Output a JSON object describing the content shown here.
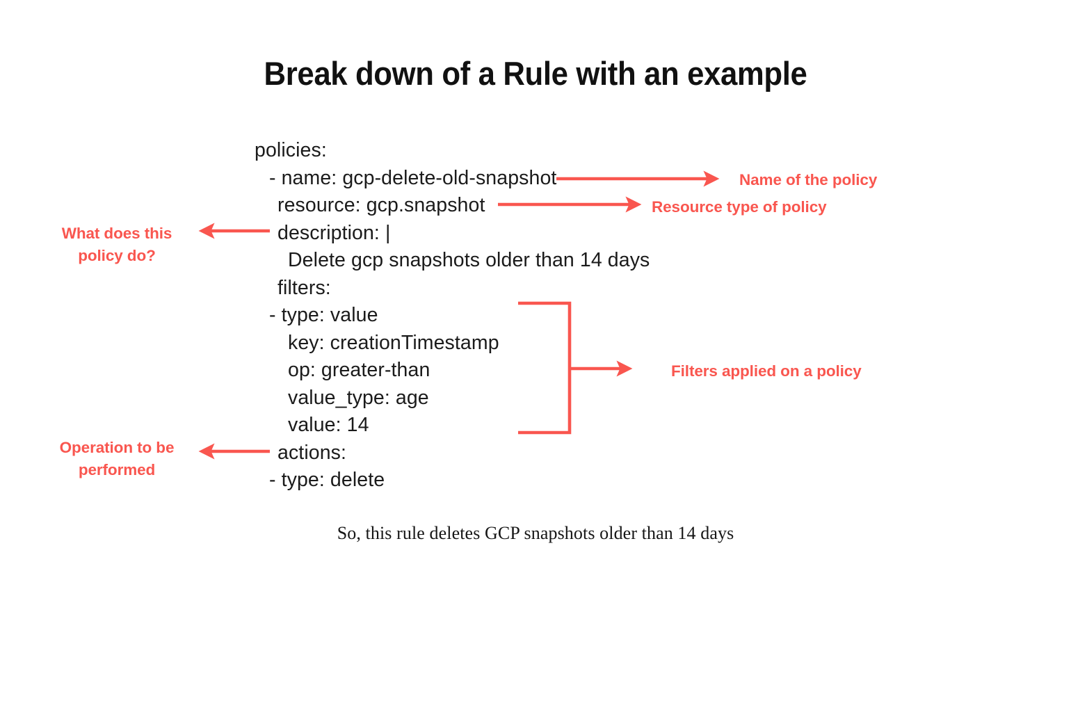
{
  "page": {
    "title": "Break down of a Rule with an example",
    "background_color": "#ffffff",
    "accent_color": "#F9564F",
    "text_color": "#1b1b1b"
  },
  "code_block": {
    "language": "yaml",
    "lines": [
      {
        "indent": 0,
        "text": "policies:"
      },
      {
        "indent": 1,
        "text": "- name: gcp-delete-old-snapshot"
      },
      {
        "indent": 2,
        "text": "resource: gcp.snapshot"
      },
      {
        "indent": 2,
        "text": "description: |"
      },
      {
        "indent": 3,
        "text": "Delete gcp snapshots older than 14 days"
      },
      {
        "indent": 2,
        "text": "filters:"
      },
      {
        "indent": 1,
        "text": "- type: value"
      },
      {
        "indent": 3,
        "text": "key: creationTimestamp"
      },
      {
        "indent": 3,
        "text": "op: greater-than"
      },
      {
        "indent": 3,
        "text": "value_type: age"
      },
      {
        "indent": 3,
        "text": "value: 14"
      },
      {
        "indent": 2,
        "text": "actions:"
      },
      {
        "indent": 1,
        "text": "- type: delete"
      }
    ]
  },
  "annotations": [
    {
      "id": "name-of-policy",
      "text": "Name of the policy",
      "arrow": "right"
    },
    {
      "id": "resource-type",
      "text": "Resource type of policy",
      "arrow": "right"
    },
    {
      "id": "what-does-policy",
      "text": "What does this policy do?",
      "arrow": "left"
    },
    {
      "id": "filters-applied",
      "text": "Filters applied on a policy",
      "arrow": "right-bracket"
    },
    {
      "id": "operation-performed",
      "text": "Operation to be performed",
      "arrow": "left"
    }
  ],
  "caption": {
    "text": "So, this rule deletes GCP snapshots older than 14 days"
  }
}
